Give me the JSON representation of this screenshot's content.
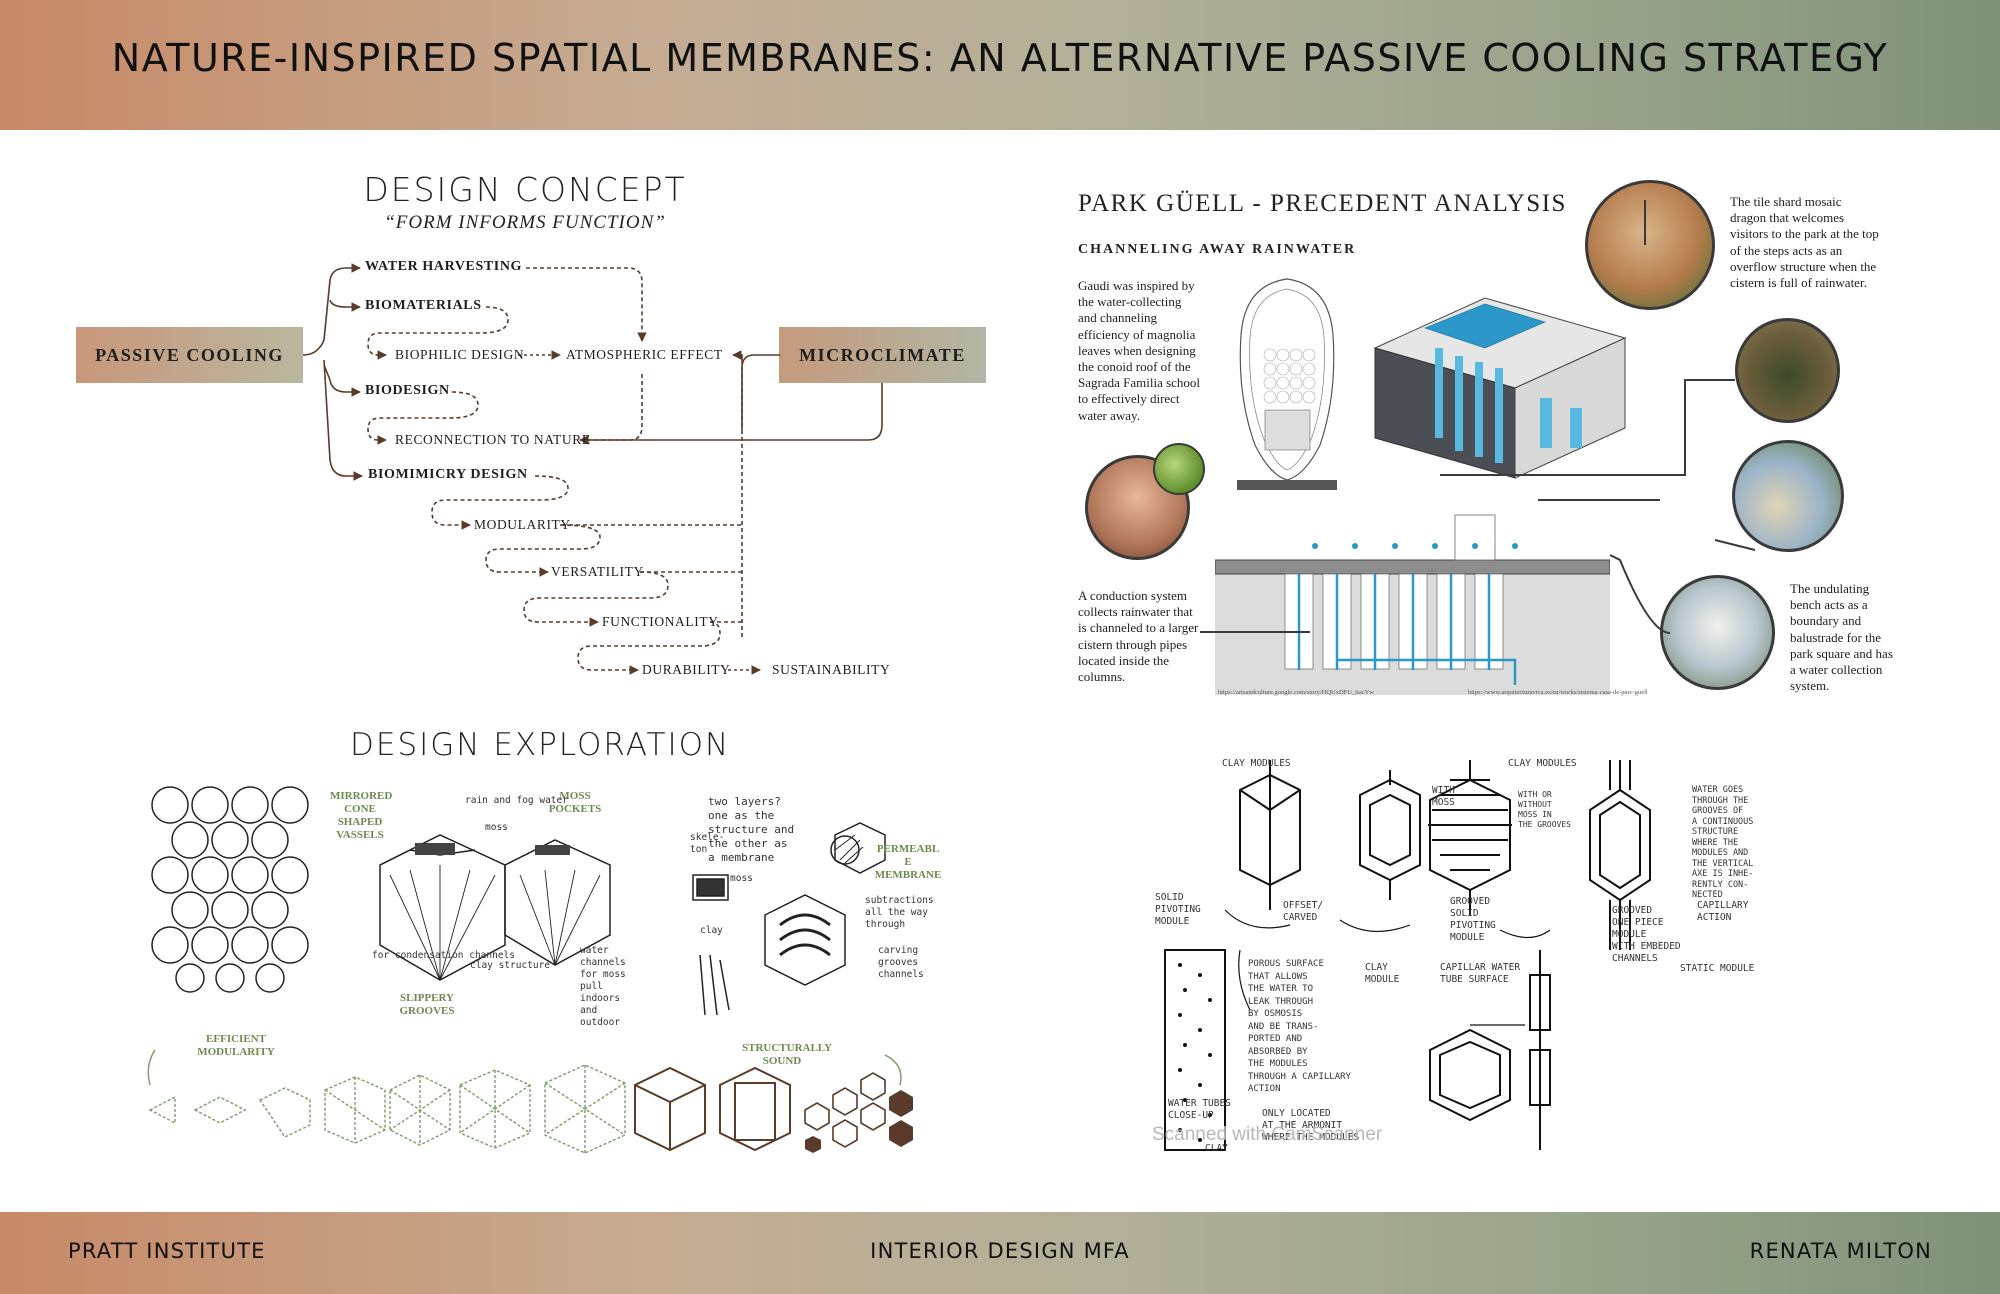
{
  "header": {
    "title": "NATURE-INSPIRED SPATIAL MEMBRANES: AN ALTERNATIVE PASSIVE COOLING STRATEGY"
  },
  "footer": {
    "left": "PRATT INSTITUTE",
    "center": "INTERIOR DESIGN MFA",
    "right": "RENATA MILTON"
  },
  "design_concept": {
    "title": "DESIGN CONCEPT",
    "subtitle": "“FORM INFORMS FUNCTION”",
    "passive_cooling": "PASSIVE COOLING",
    "microclimate": "MICROCLIMATE",
    "nodes": {
      "water_harvesting": "WATER HARVESTING",
      "biomaterials": "BIOMATERIALS",
      "biophilic_design": "BIOPHILIC DESIGN",
      "atmospheric_effect": "ATMOSPHERIC EFFECT",
      "biodesign": "BIODESIGN",
      "reconnection": "RECONNECTION TO NATURE",
      "biomimicry": "BIOMIMICRY DESIGN",
      "modularity": "MODULARITY",
      "versatility": "VERSATILITY",
      "functionality": "FUNCTIONALITY",
      "durability": "DURABILITY",
      "sustainability": "SUSTAINABILITY"
    },
    "colors": {
      "arrow": "#5a3a2a",
      "box_left": "#c9977a",
      "box_right": "#b2b6a4"
    }
  },
  "park_guell": {
    "title": "PARK GÜELL - PRECEDENT ANALYSIS",
    "subtitle": "CHANNELING AWAY RAINWATER",
    "gaudi_text": "Gaudi was inspired by the water-collecting and channeling efficiency of magnolia leaves when designing the conoid roof of the Sagrada Familia school to effectively direct water away.",
    "dragon_text": "The tile shard mosaic dragon that welcomes visitors to the park at the top of the steps acts as an overflow structure when the cistern is full of rainwater.",
    "conduction_text": "A conduction system collects rainwater that is channeled to a larger cistern through pipes located inside the columns.",
    "bench_text": "The undulating bench acts as a boundary and balustrade for the park square and has a water collection system.",
    "url_left": "https://artsandculture.google.com/story/HQUxDFU_tiacYw",
    "url_right": "https://www.arquitecturaviva.es/en/works/sistema-casa-de-parc-guell"
  },
  "design_exploration": {
    "title": "DESIGN EXPLORATION",
    "notes": {
      "mirrored": "MIRRORED CONE SHAPED VASSELS",
      "moss_pockets": "MOSS POCKETS",
      "slippery": "SLIPPERY GROOVES",
      "permeable": "PERMEABL E MEMBRANE",
      "efficient": "EFFICIENT MODULARITY",
      "structural": "STRUCTURALLY SOUND"
    },
    "hand": {
      "rain": "rain and fog water",
      "moss": "moss",
      "for_condensation": "for condensation channels",
      "clay_structure": "clay structure",
      "water_channels": "water channels for moss pull indoors and outdoor",
      "two_layers": "two layers?\none as the\nstructure and\nthe other as\na membrane",
      "skeleton": "skele-\nton",
      "moss2": "moss",
      "clay": "clay",
      "subtractions": "subtractions\nall the way\nthrough",
      "carving": "carving\ngrooves\nchannels"
    }
  },
  "modules": {
    "clay_modules_1": "CLAY MODULES",
    "clay_modules_2": "CLAY MODULES",
    "with_moss": "WITH\nMOSS",
    "with_or_without": "WITH OR\nWITHOUT\nMOSS IN\nTHE GROOVES",
    "water_goes": "WATER GOES\nTHROUGH THE\nGROOVES OF\nA CONTINUOUS\nSTRUCTURE\nWHERE THE\nMODULES AND\nTHE VERTICAL\nAXE IS INHE-\nRENTLY CON-\nNECTED",
    "solid_pivoting": "SOLID\nPIVOTING\nMODULE",
    "offset_carved": "OFFSET/\nCARVED",
    "grooved_solid": "GROOVED\nSOLID\nPIVOTING\nMODULE",
    "grooved_one_piece": "GROOVED\nONE PIECE\nMODULE\nWITH EMBEDED\nCHANNELS",
    "capillary_action": "CAPILLARY\nACTION",
    "static_module": "STATIC MODULE",
    "porous": "POROUS SURFACE\nTHAT ALLOWS\nTHE WATER TO\nLEAK THROUGH\nBY OSMOSIS\nAND BE TRANS-\nPORTED AND\nABSORBED BY\nTHE MODULES\nTHROUGH A CAPILLARY\nACTION",
    "clay_module": "CLAY\nMODULE",
    "capillar_water": "CAPILLAR WATER\nTUBE SURFACE",
    "water_tubes": "WATER TUBES\nCLOSE-UP",
    "only_located": "ONLY LOCATED\nAT THE ARMONIT\nWHERE THE MODULES",
    "clay2": "CLAY",
    "watermark": "Scanned with CamScanner"
  }
}
